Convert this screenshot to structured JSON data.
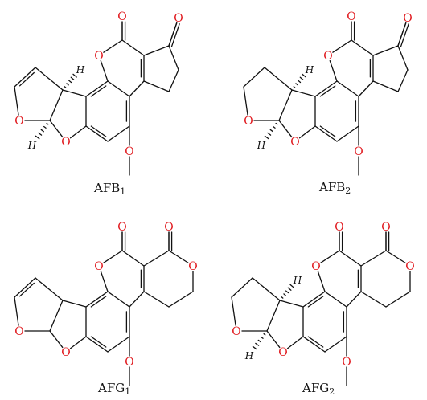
{
  "molecules": [
    {
      "name": "AFB",
      "sub": "1"
    },
    {
      "name": "AFB",
      "sub": "2"
    },
    {
      "name": "AFG",
      "sub": "1"
    },
    {
      "name": "AFG",
      "sub": "2"
    }
  ],
  "atoms": {
    "oxygen": "O",
    "hydrogen": "H"
  },
  "colors": {
    "oxygen": "#e0161b",
    "bond": "#111111"
  }
}
